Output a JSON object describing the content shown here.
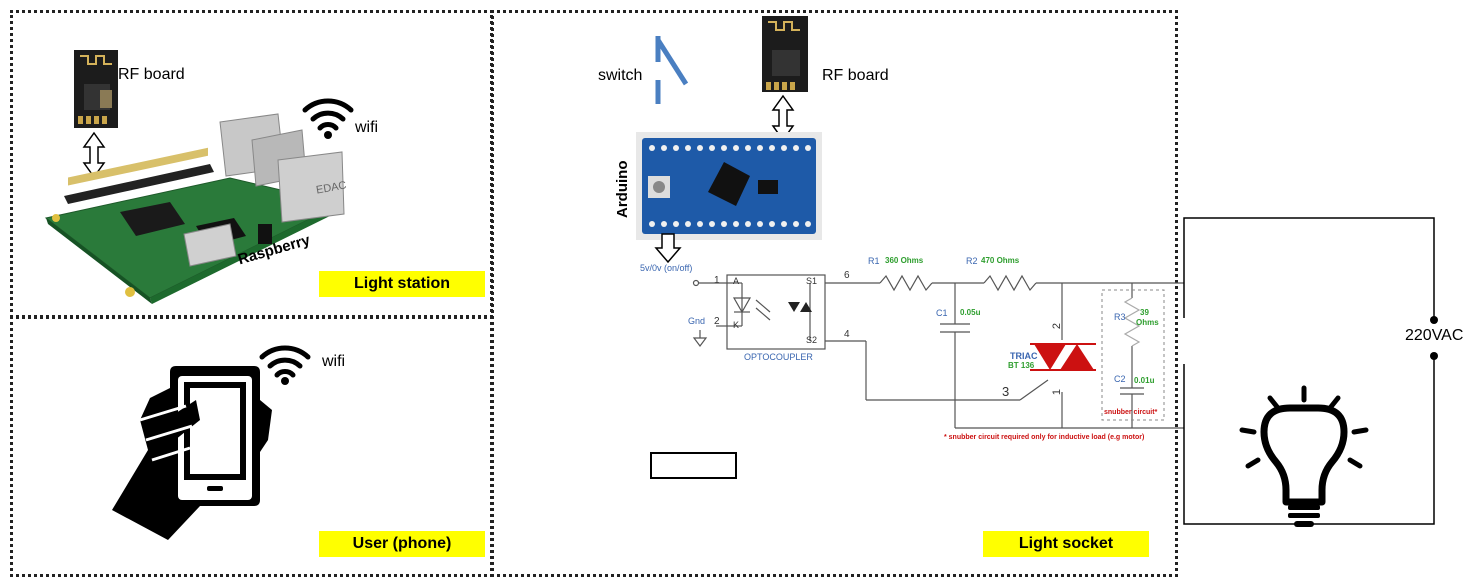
{
  "light_station": {
    "rf_label": "RF board",
    "wifi_label": "wifi",
    "raspberry_label": "Raspberry",
    "edac_label": "EDAC",
    "title": "Light station"
  },
  "user_phone": {
    "wifi_label": "wifi",
    "title": "User (phone)"
  },
  "light_socket": {
    "switch_label": "switch",
    "rf_label": "RF board",
    "arduino_label": "Arduino",
    "signal_label": "5v/0v (on/off)",
    "gnd_label": "Gnd",
    "pin1": "1",
    "pin2": "2",
    "pin6": "6",
    "pin4": "4",
    "opt_a": "A",
    "opt_k": "K",
    "opt_s1": "S1",
    "opt_s2": "S2",
    "optocoupler_label": "OPTOCOUPLER",
    "r1_name": "R1",
    "r1_value": "360 Ohms",
    "r2_name": "R2",
    "r2_value": "470 Ohms",
    "c1_name": "C1",
    "c1_value": "0.05u",
    "r3_name": "R3",
    "r3_value_a": "39",
    "r3_value_b": "Ohms",
    "c2_name": "C2",
    "c2_value": "0.01u",
    "triac_name": "TRIAC",
    "triac_part": "BT 136",
    "triac_pin1": "1",
    "triac_pin2": "2",
    "triac_pin3": "3",
    "snubber_label": "snubber circuit*",
    "footnote": "* snubber circuit required only for inductive load (e.g motor)",
    "title": "Light socket"
  },
  "mains": {
    "voltage_label": "220VAC"
  },
  "colors": {
    "highlight": "#ffff00",
    "schematic_line": "#555555",
    "resistor_value": "#2e9e2e",
    "component_name": "#3a66b0",
    "triac_red": "#cc1111",
    "switch_blue": "#4a7fc1",
    "arduino_blue": "#1e5aa8"
  }
}
